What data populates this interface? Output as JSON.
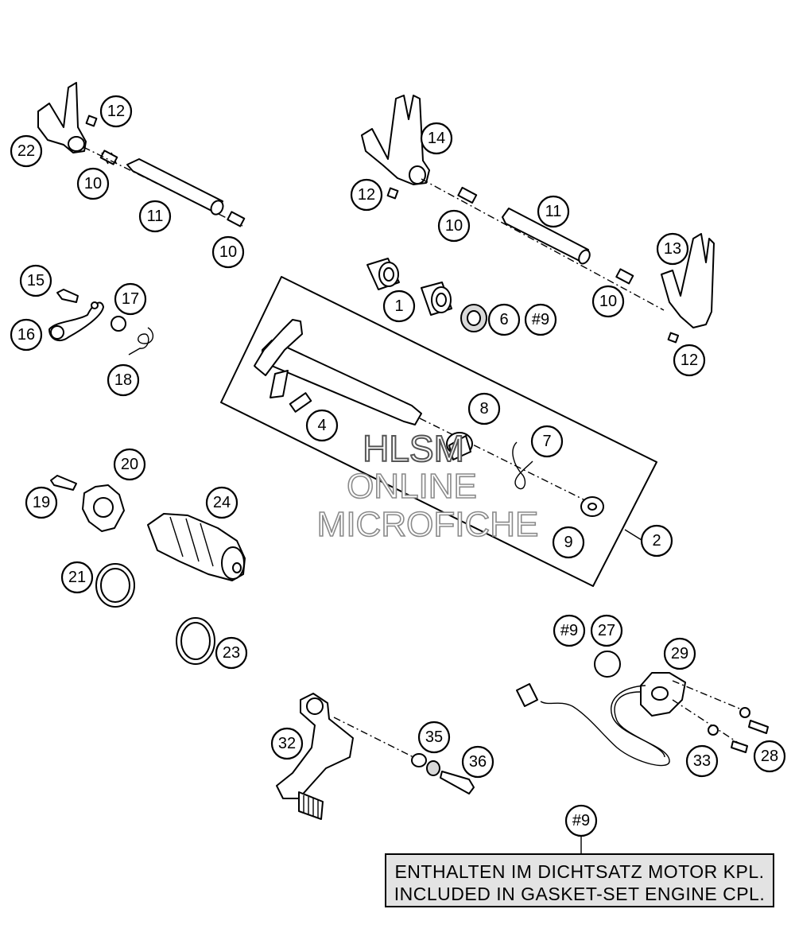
{
  "callouts": {
    "c1": "1",
    "c2": "2",
    "c4": "4",
    "c6": "6",
    "c7": "7",
    "c8": "8",
    "c9a": "#9",
    "c9b": "9",
    "c9c": "#9",
    "c9d": "#9",
    "c10a": "10",
    "c10b": "10",
    "c10c": "10",
    "c10d": "10",
    "c11a": "11",
    "c11b": "11",
    "c12a": "12",
    "c12b": "12",
    "c12c": "12",
    "c13": "13",
    "c14": "14",
    "c15": "15",
    "c16": "16",
    "c17": "17",
    "c18": "18",
    "c19": "19",
    "c20": "20",
    "c21": "21",
    "c22": "22",
    "c23": "23",
    "c24": "24",
    "c27": "27",
    "c28": "28",
    "c29": "29",
    "c32": "32",
    "c33": "33",
    "c35": "35",
    "c36": "36"
  },
  "watermark": {
    "line1": "HLSM",
    "line2": "ONLINE",
    "line3": "MICROFICHE"
  },
  "note": {
    "line_de": "ENTHALTEN IM DICHTSATZ MOTOR KPL.",
    "line_en": "INCLUDED IN GASKET-SET ENGINE CPL."
  }
}
